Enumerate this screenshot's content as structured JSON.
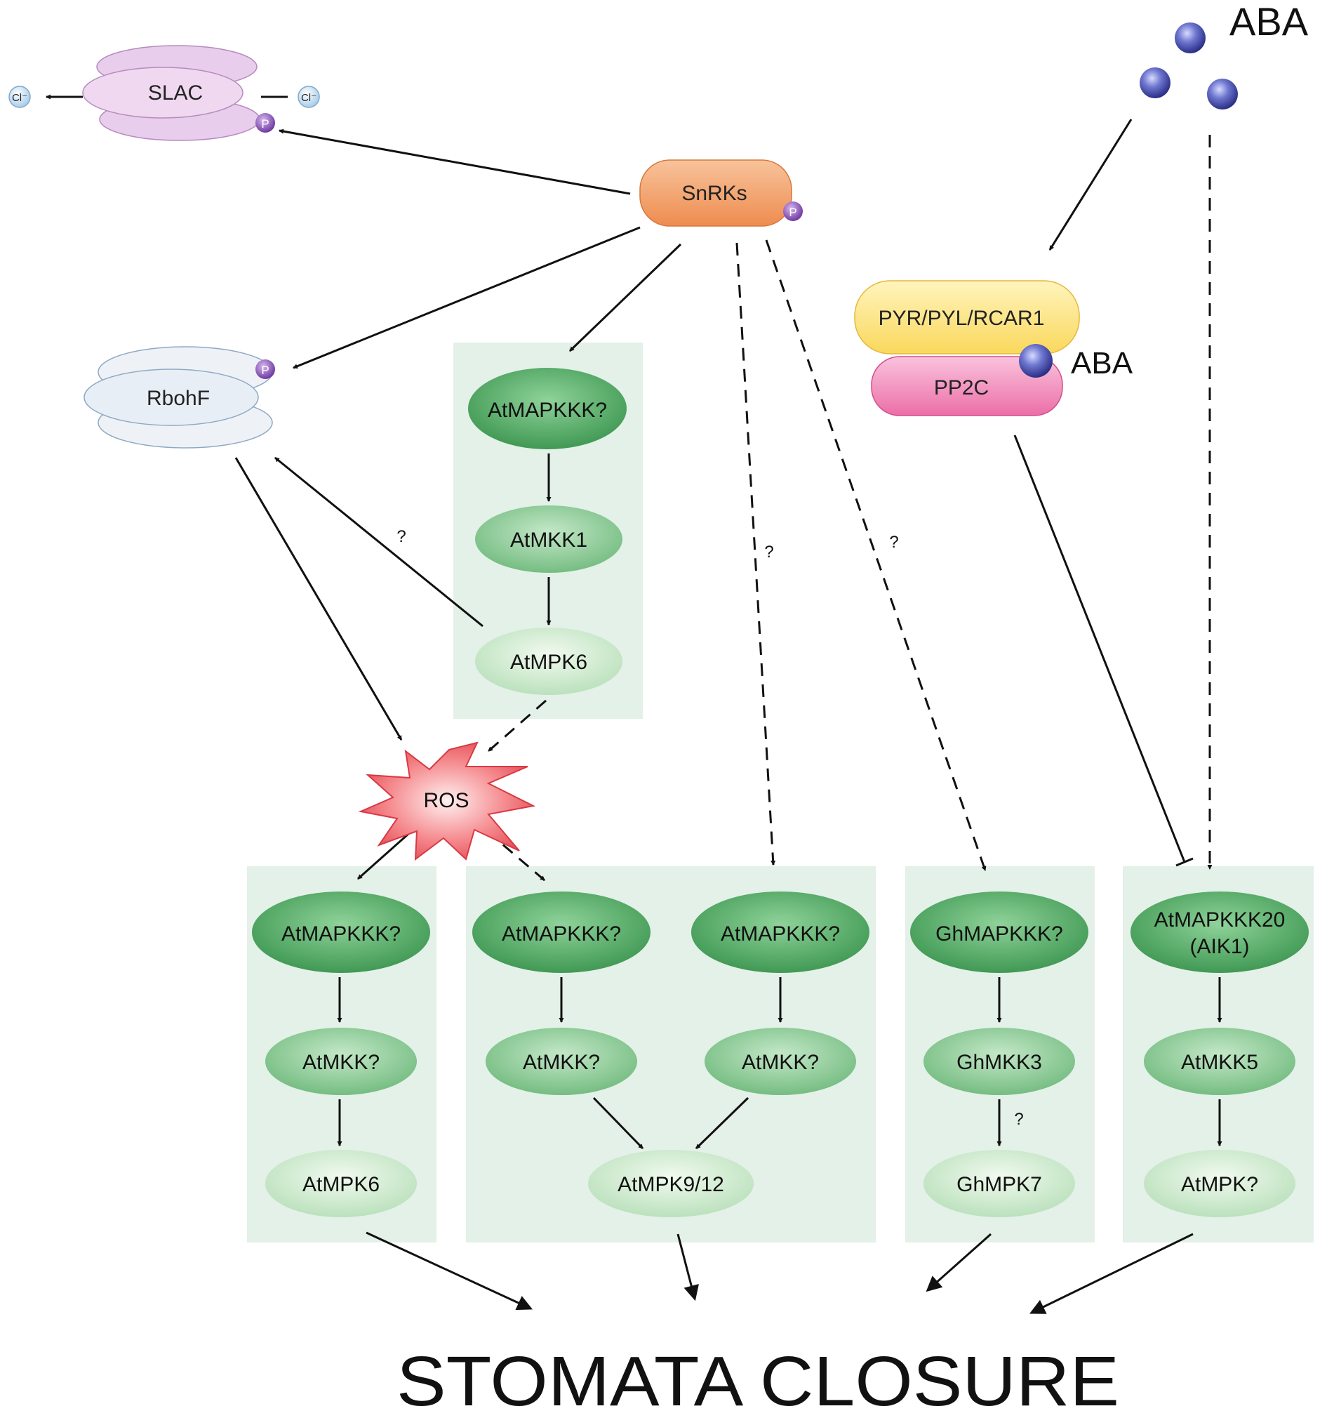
{
  "title": "STOMATA CLOSURE",
  "aba": {
    "label_top": "ABA",
    "label_bound": "ABA"
  },
  "chloride": {
    "left": "Cl⁻",
    "right": "Cl⁻"
  },
  "phospho_tag": "P",
  "proteins": {
    "slac": "SLAC",
    "snrks": "SnRKs",
    "rbohf": "RbohF",
    "pyr": "PYR/PYL/RCAR1",
    "pp2c": "PP2C",
    "ros": "ROS"
  },
  "modules": {
    "upper": {
      "mapkkk": "AtMAPKKK?",
      "mkk": "AtMKK1",
      "mpk": "AtMPK6"
    },
    "col1": {
      "mapkkk": "AtMAPKKK?",
      "mkk": "AtMKK?",
      "mpk": "AtMPK6"
    },
    "col2a": {
      "mapkkk": "AtMAPKKK?",
      "mkk": "AtMKK?"
    },
    "col2b": {
      "mapkkk": "AtMAPKKK?",
      "mkk": "AtMKK?"
    },
    "col2_mpk": "AtMPK9/12",
    "col3": {
      "mapkkk": "GhMAPKKK?",
      "mkk": "GhMKK3",
      "mpk": "GhMPK7"
    },
    "col4": {
      "mapkkk_line1": "AtMAPKKK20",
      "mapkkk_line2": "(AIK1)",
      "mkk": "AtMKK5",
      "mpk": "AtMPK?"
    }
  },
  "uncertain_marks": [
    "?",
    "?",
    "?",
    "?"
  ],
  "colors": {
    "panel": "#e3f1e8",
    "green_dark": "#3f9a52",
    "green_mid": "#6cb87a",
    "green_light": "#cfe9d0",
    "slac": "#e6c7ea",
    "snrks": "#f3a36a",
    "rbohf": "#e6ecf3",
    "pyr": "#fde27a",
    "pp2c": "#f08ab8",
    "ros": "#f1646b",
    "aba_ball": "#5a5fb8",
    "phospho": "#8a52b6"
  }
}
